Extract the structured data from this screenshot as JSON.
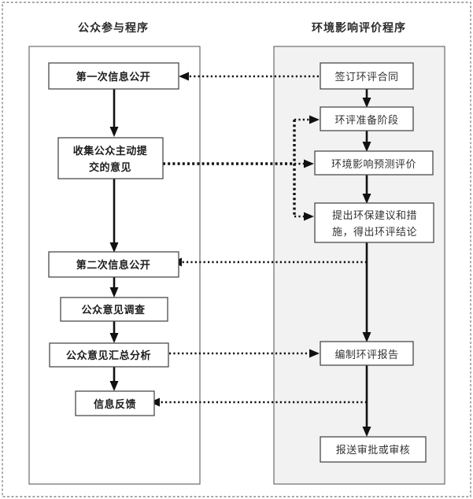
{
  "diagram": {
    "title_left": "公众参与程序",
    "title_right": "环境影响评价程序",
    "lanes": [
      {
        "id": "public-participation",
        "label": "公众参与程序",
        "fill": "#ffffff"
      },
      {
        "id": "eia-procedure",
        "label": "环境影响评价程序",
        "fill": "#f2f2f2"
      }
    ],
    "colors": {
      "lane_fill_left": "#ffffff",
      "lane_fill_right": "#f2f2f2",
      "lane_stroke": "#5f5f5f",
      "node_fill": "#ffffff",
      "node_stroke": "#4a4a4a",
      "connector": "#111111",
      "outer_border": "#8c8c8c",
      "text": "#333333"
    },
    "left_nodes": [
      {
        "id": "first-disclosure",
        "label": "第一次信息公开"
      },
      {
        "id": "collect-opinions",
        "label_line1": "收集公众主动提",
        "label_line2": "交的意见"
      },
      {
        "id": "second-disclosure",
        "label": "第二次信息公开"
      },
      {
        "id": "public-survey",
        "label": "公众意见调查"
      },
      {
        "id": "opinion-analysis",
        "label": "公众意见汇总分析"
      },
      {
        "id": "information-feedback",
        "label": "信息反馈"
      }
    ],
    "right_nodes": [
      {
        "id": "sign-contract",
        "label": "签订环评合同"
      },
      {
        "id": "preparation-stage",
        "label": "环评准备阶段"
      },
      {
        "id": "impact-prediction",
        "label": "环境影响预测评价"
      },
      {
        "id": "recommendations",
        "label_line1": "提出环保建议和措",
        "label_line2": "施，得出环评结论"
      },
      {
        "id": "compile-report",
        "label": "编制环评报告"
      },
      {
        "id": "submit-approval",
        "label": "报送审批或审核"
      }
    ],
    "connections": [
      {
        "from": "sign-contract",
        "to": "first-disclosure",
        "style": "dotted"
      },
      {
        "from": "first-disclosure",
        "to": "collect-opinions",
        "style": "solid"
      },
      {
        "from": "collect-opinions",
        "to": "preparation-stage",
        "style": "dotted"
      },
      {
        "from": "collect-opinions",
        "to": "impact-prediction",
        "style": "dotted"
      },
      {
        "from": "collect-opinions",
        "to": "recommendations",
        "style": "dotted"
      },
      {
        "from": "sign-contract",
        "to": "preparation-stage",
        "style": "solid"
      },
      {
        "from": "preparation-stage",
        "to": "impact-prediction",
        "style": "solid"
      },
      {
        "from": "impact-prediction",
        "to": "recommendations",
        "style": "solid"
      },
      {
        "from": "recommendations",
        "to": "second-disclosure",
        "style": "dotted"
      },
      {
        "from": "collect-opinions",
        "to": "second-disclosure",
        "style": "solid"
      },
      {
        "from": "second-disclosure",
        "to": "public-survey",
        "style": "solid"
      },
      {
        "from": "public-survey",
        "to": "opinion-analysis",
        "style": "solid"
      },
      {
        "from": "opinion-analysis",
        "to": "compile-report",
        "style": "dotted"
      },
      {
        "from": "opinion-analysis",
        "to": "information-feedback",
        "style": "solid"
      },
      {
        "from": "recommendations",
        "to": "compile-report",
        "style": "solid"
      },
      {
        "from": "compile-report",
        "to": "information-feedback",
        "style": "dotted"
      },
      {
        "from": "compile-report",
        "to": "submit-approval",
        "style": "solid"
      }
    ]
  }
}
